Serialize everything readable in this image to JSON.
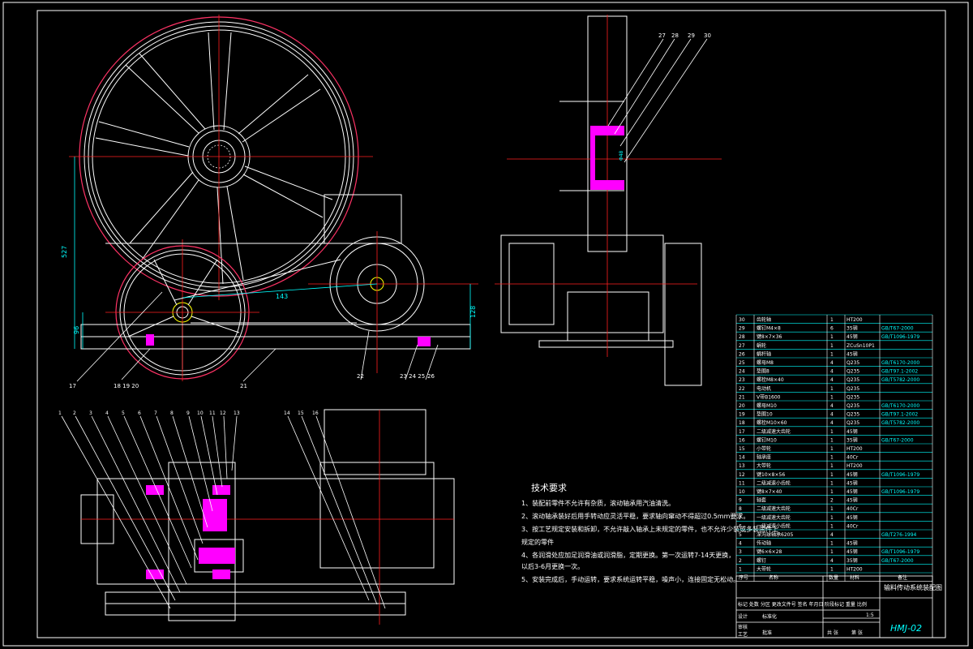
{
  "title_block": {
    "drawing_title": "输料传动系统装配图",
    "drawing_number": "HMJ-02",
    "scale": "1:5",
    "left_header": "标记 处数 分区 更改文件号 签名 年月日",
    "mid_header": "阶段标记 重量 比例",
    "row_design": "设计",
    "row_standard": "标准化",
    "row_audit": "审核",
    "row_craft": "工艺",
    "row_approve": "批准",
    "sheet_total": "共 张",
    "sheet_no": "第 张"
  },
  "bom": {
    "header": {
      "no": "序号",
      "name": "名称",
      "qty": "数量",
      "material": "材料",
      "standard": "备注"
    },
    "rows": [
      {
        "no": "30",
        "name": "齿轮轴",
        "qty": "1",
        "material": "HT200",
        "standard": ""
      },
      {
        "no": "29",
        "name": "螺钉M4×8",
        "qty": "6",
        "material": "35钢",
        "standard": "GB/T67-2000"
      },
      {
        "no": "28",
        "name": "键8×7×36",
        "qty": "1",
        "material": "45钢",
        "standard": "GB/T1096-1979"
      },
      {
        "no": "27",
        "name": "蜗轮",
        "qty": "1",
        "material": "ZCuSn10P1",
        "standard": ""
      },
      {
        "no": "26",
        "name": "蜗杆轴",
        "qty": "1",
        "material": "45钢",
        "standard": ""
      },
      {
        "no": "25",
        "name": "螺母M8",
        "qty": "4",
        "material": "Q235",
        "standard": "GB/T6170-2000"
      },
      {
        "no": "24",
        "name": "垫圈8",
        "qty": "4",
        "material": "Q235",
        "standard": "GB/T97.1-2002"
      },
      {
        "no": "23",
        "name": "螺栓M8×40",
        "qty": "4",
        "material": "Q235",
        "standard": "GB/T5782-2000"
      },
      {
        "no": "22",
        "name": "电动机",
        "qty": "1",
        "material": "Q235",
        "standard": ""
      },
      {
        "no": "21",
        "name": "V带B1600",
        "qty": "1",
        "material": "Q235",
        "standard": ""
      },
      {
        "no": "20",
        "name": "螺母M10",
        "qty": "4",
        "material": "Q235",
        "standard": "GB/T6170-2000"
      },
      {
        "no": "19",
        "name": "垫圈10",
        "qty": "4",
        "material": "Q235",
        "standard": "GB/T97.1-2002"
      },
      {
        "no": "18",
        "name": "螺栓M10×60",
        "qty": "4",
        "material": "Q235",
        "standard": "GB/T5782-2000"
      },
      {
        "no": "17",
        "name": "二级减速大齿轮",
        "qty": "1",
        "material": "45钢",
        "standard": ""
      },
      {
        "no": "16",
        "name": "螺钉M10",
        "qty": "1",
        "material": "35钢",
        "standard": "GB/T67-2000"
      },
      {
        "no": "15",
        "name": "小带轮",
        "qty": "1",
        "material": "HT200",
        "standard": ""
      },
      {
        "no": "14",
        "name": "轴承座",
        "qty": "1",
        "material": "40Cr",
        "standard": ""
      },
      {
        "no": "13",
        "name": "大带轮",
        "qty": "1",
        "material": "HT200",
        "standard": ""
      },
      {
        "no": "12",
        "name": "键10×8×56",
        "qty": "1",
        "material": "45钢",
        "standard": "GB/T1096-1979"
      },
      {
        "no": "11",
        "name": "二级减速小齿轮",
        "qty": "1",
        "material": "45钢",
        "standard": ""
      },
      {
        "no": "10",
        "name": "键8×7×40",
        "qty": "1",
        "material": "45钢",
        "standard": "GB/T1096-1979"
      },
      {
        "no": "9",
        "name": "轴套",
        "qty": "2",
        "material": "45钢",
        "standard": ""
      },
      {
        "no": "8",
        "name": "二级减速大齿轮",
        "qty": "1",
        "material": "40Cr",
        "standard": ""
      },
      {
        "no": "7",
        "name": "一级减速大齿轮",
        "qty": "1",
        "material": "45钢",
        "standard": ""
      },
      {
        "no": "6",
        "name": "一级减速小齿轮",
        "qty": "1",
        "material": "40Cr",
        "standard": ""
      },
      {
        "no": "5",
        "name": "深沟球轴承6205",
        "qty": "4",
        "material": "",
        "standard": "GB/T276-1994"
      },
      {
        "no": "4",
        "name": "传动轴",
        "qty": "1",
        "material": "45钢",
        "standard": ""
      },
      {
        "no": "3",
        "name": "键6×6×28",
        "qty": "1",
        "material": "45钢",
        "standard": "GB/T1096-1979"
      },
      {
        "no": "2",
        "name": "螺钉",
        "qty": "4",
        "material": "35钢",
        "standard": "GB/T67-2000"
      },
      {
        "no": "1",
        "name": "大带轮",
        "qty": "1",
        "material": "HT200",
        "standard": ""
      }
    ]
  },
  "tech_requirements": {
    "heading": "技术要求",
    "lines": [
      "1、装配前零件不允许有杂质，滚动轴承用汽油清洗。",
      "2、滚动轴承装好后用手转动应灵活平稳，要求轴向窜动不得超过0.5mm要求。",
      "3、按工艺规定安装和拆卸，不允许敲入轴承上未规定的零件，也不允许少装或多装固件上",
      "规定的零件",
      "4、各润滑处应加足润滑油或润滑脂，定期更换。第一次运转7-14天更换，",
      "以后3-6月更换一次。",
      "5、安装完成后，手动运转，要求系统运转平稳，噪声小，连接固定无松动。"
    ]
  },
  "dimensions": {
    "d_height": "527",
    "d_center": "143",
    "d_motor": "128",
    "d_low": "96",
    "d_worm": "Φ48"
  },
  "leaders": {
    "top_right": [
      "27",
      "28",
      "29",
      "30"
    ],
    "front_bottom": [
      "17",
      "18 19 20",
      "21",
      "22",
      "23 24 25",
      "26"
    ],
    "bottom_view": [
      "1",
      "2",
      "3",
      "4",
      "5",
      "6",
      "7",
      "8",
      "9",
      "10",
      "11",
      "12",
      "13",
      "14",
      "15",
      "16"
    ]
  },
  "colors": {
    "background": "#000000",
    "outline": "#ffffff",
    "center_line": "#ff2020",
    "dimension": "#00ffff",
    "highlight": "#ff00ff",
    "yellow": "#ffff00"
  }
}
